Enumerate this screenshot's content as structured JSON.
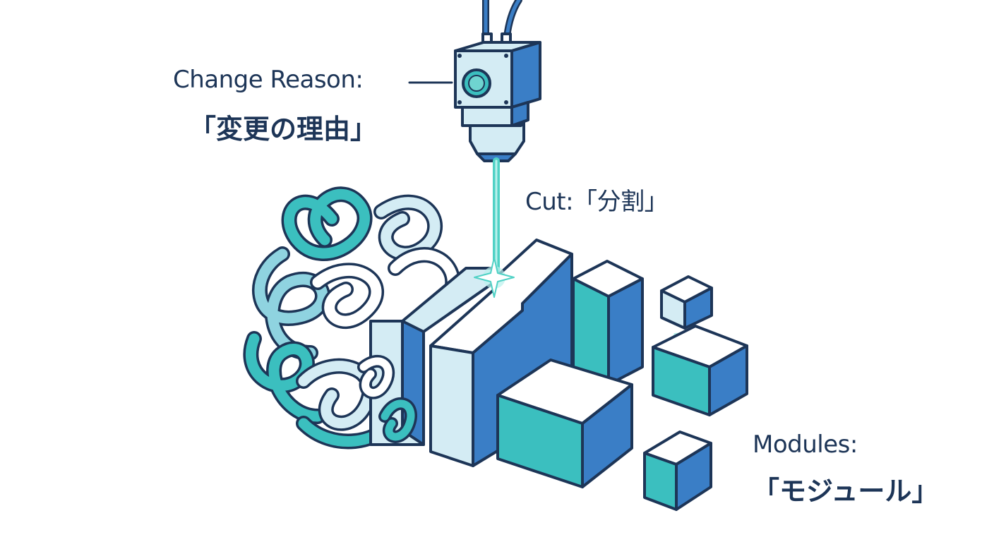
{
  "labels": {
    "change_reason_en": "Change Reason:",
    "change_reason_jp": "「変更の理由」",
    "cut": "Cut:「分割」",
    "modules_en": "Modules:",
    "modules_jp": "「モジュール」"
  },
  "colors": {
    "outline": "#1d3557",
    "blue": "#3a7ec6",
    "teal": "#3bbfbf",
    "light": "#d4ecf4",
    "white": "#ffffff",
    "laser": "#4fd1c5"
  },
  "icons": {
    "tool": "laser-cutter-icon",
    "tangle": "tangled-code-icon",
    "spark": "spark-icon"
  }
}
